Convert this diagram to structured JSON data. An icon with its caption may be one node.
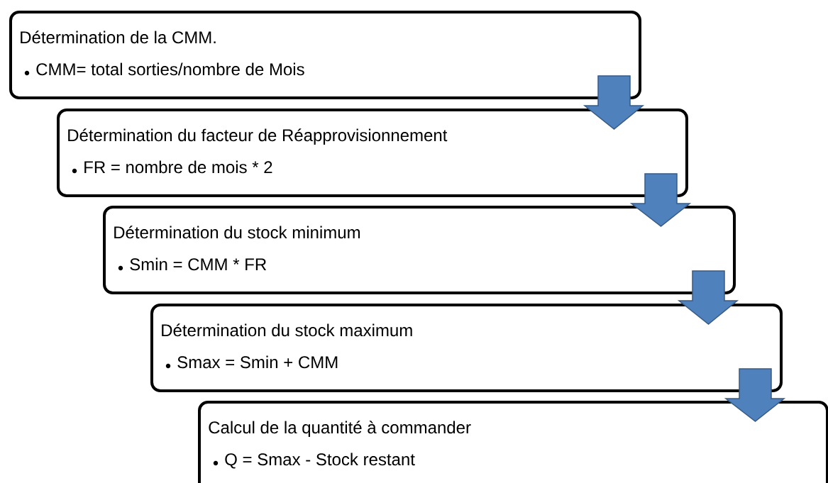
{
  "diagram": {
    "nodes": [
      {
        "text": [
          "Détermination de la CMM.",
          "CMM= total sorties/nombre de Mois"
        ]
      },
      {
        "text": [
          "Détermination du facteur de Réapprovisionnement",
          "FR = nombre de mois * 2"
        ]
      },
      {
        "text": [
          "Détermination du stock minimum",
          "Smin = CMM * FR"
        ]
      },
      {
        "text": [
          "Détermination du stock maximum",
          "Smax = Smin + CMM"
        ]
      },
      {
        "text": [
          "Calcul de la quantité à commander",
          "Q = Smax - Stock restant"
        ]
      }
    ],
    "edges": [
      {
        "from": 0,
        "to": 1,
        "arrow": "to"
      },
      {
        "from": 1,
        "to": 2,
        "arrow": "to"
      },
      {
        "from": 2,
        "to": 3,
        "arrow": "to"
      },
      {
        "from": 3,
        "to": 4,
        "arrow": "to"
      }
    ]
  }
}
